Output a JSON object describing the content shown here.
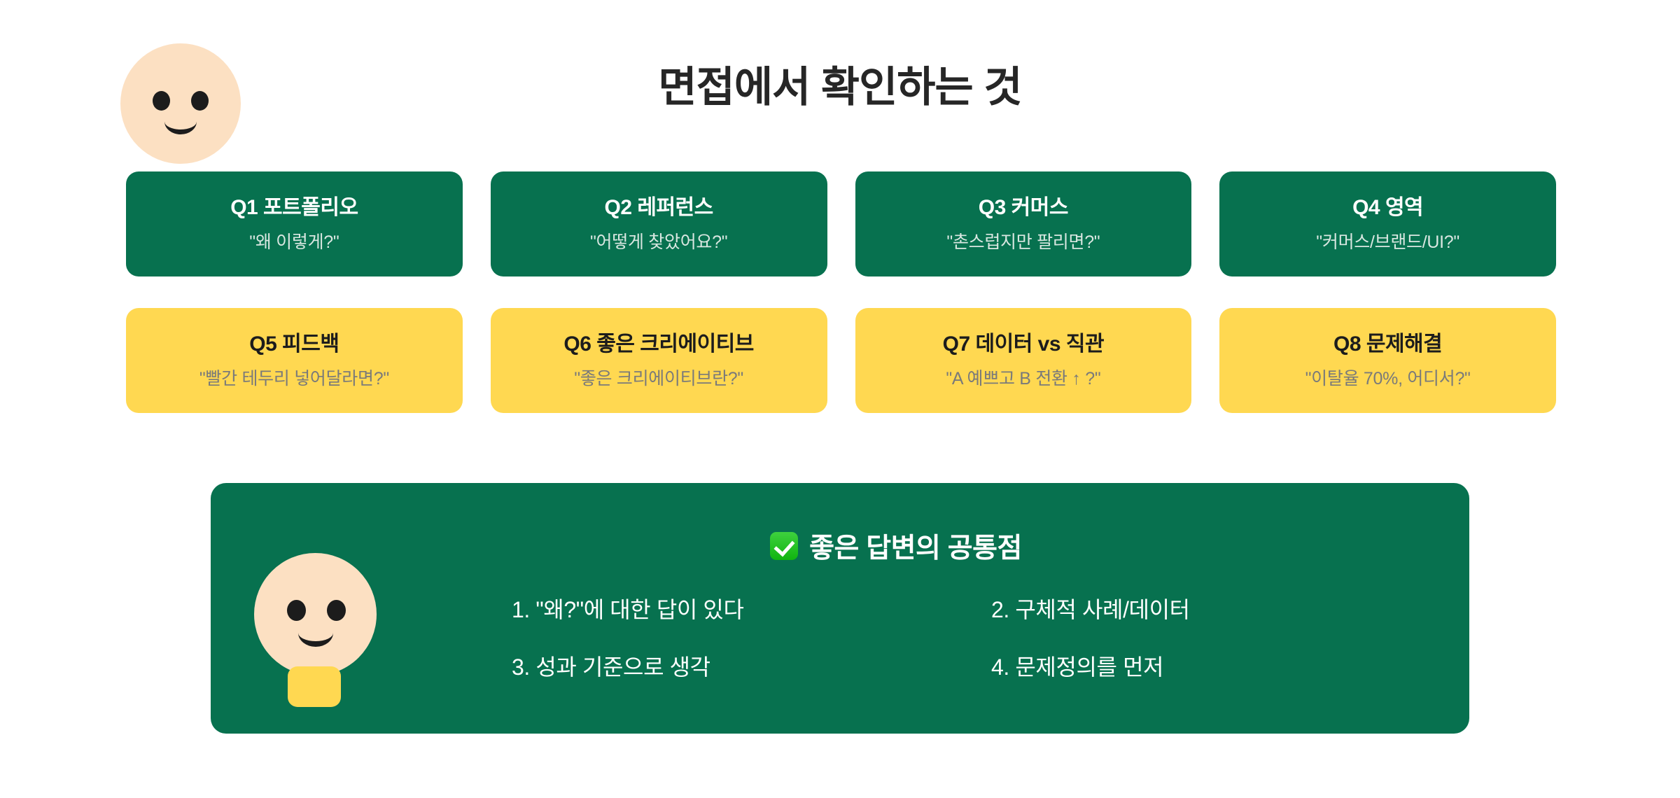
{
  "page": {
    "title": "면접에서 확인하는 것",
    "background_color": "#ffffff",
    "green": "#07714f",
    "yellow": "#ffd851",
    "face_color": "#fce0c2"
  },
  "mascots": {
    "top": {
      "icon": "smiley-face-icon"
    },
    "bottom": {
      "icon": "smiley-face-icon",
      "body_color": "#ffd851"
    }
  },
  "cards": [
    {
      "id": "q1",
      "title": "Q1 포트폴리오",
      "subtitle": "\"왜 이렇게?\"",
      "color": "green"
    },
    {
      "id": "q2",
      "title": "Q2 레퍼런스",
      "subtitle": "\"어떻게 찾았어요?\"",
      "color": "green"
    },
    {
      "id": "q3",
      "title": "Q3 커머스",
      "subtitle": "\"촌스럽지만 팔리면?\"",
      "color": "green"
    },
    {
      "id": "q4",
      "title": "Q4 영역",
      "subtitle": "\"커머스/브랜드/UI?\"",
      "color": "green"
    },
    {
      "id": "q5",
      "title": "Q5 피드백",
      "subtitle": "\"빨간 테두리 넣어달라면?\"",
      "color": "yellow"
    },
    {
      "id": "q6",
      "title": "Q6 좋은 크리에이티브",
      "subtitle": "\"좋은 크리에이티브란?\"",
      "color": "yellow"
    },
    {
      "id": "q7",
      "title": "Q7 데이터 vs 직관",
      "subtitle": "\"A 예쁘고 B 전환 ↑ ?\"",
      "color": "yellow"
    },
    {
      "id": "q8",
      "title": "Q8 문제해결",
      "subtitle": "\"이탈율 70%, 어디서?\"",
      "color": "yellow"
    }
  ],
  "summary": {
    "badge_icon": "white-heavy-check-mark-emoji",
    "title": "좋은 답변의 공통점",
    "items": [
      "1. \"왜?\"에 대한 답이 있다",
      "2. 구체적 사례/데이터",
      "3. 성과 기준으로 생각",
      "4. 문제정의를 먼저"
    ]
  }
}
